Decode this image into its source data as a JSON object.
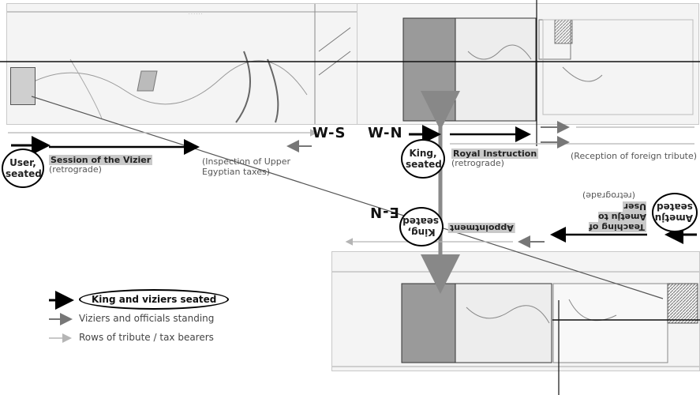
{
  "walls": {
    "ws": "W-S",
    "wn": "W-N",
    "en": "E-N"
  },
  "scenes": {
    "user_seated": "User, seated",
    "vizier_session": "Session of the Vizier",
    "vizier_session_dir": "(retrograde)",
    "inspection": "(Inspection of Upper Egyptian taxes)",
    "king_seated": "King, seated",
    "royal_instruction": "Royal Instruction",
    "royal_instruction_dir": "(retrograde)",
    "reception": "(Reception of foreign tribute)",
    "king_seated_en": "King, seated",
    "appointment": "Appointment",
    "teaching": "Teaching of Ametju to User",
    "teaching_dir": "(retrograde)",
    "ametju_seated": "Ametju seated"
  },
  "legend": {
    "king_viziers": "King and viziers seated",
    "viziers_officials": "Viziers and officials standing",
    "tribute_rows": "Rows of tribute / tax bearers"
  },
  "colors": {
    "black_arrow": "#000000",
    "dark_gray_arrow": "#777777",
    "light_gray_arrow": "#b5b5b5",
    "highlight": "#c9c9c9"
  }
}
